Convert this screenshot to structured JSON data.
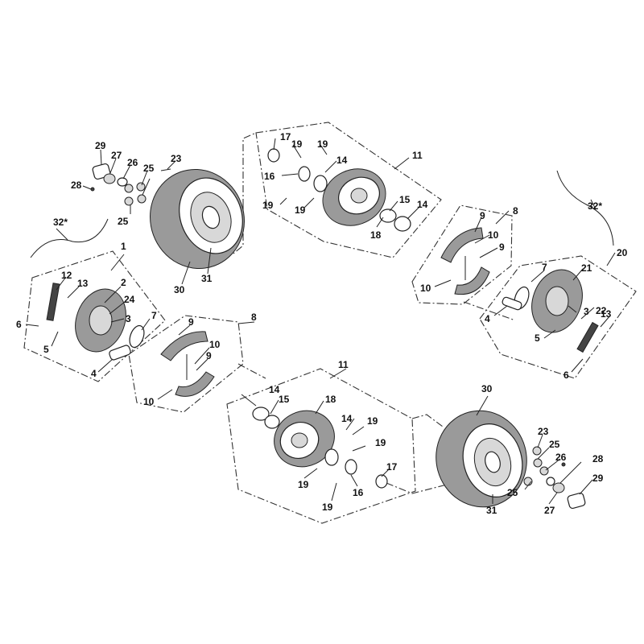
{
  "callouts": {
    "c1": "1",
    "c2": "2",
    "c3a": "3",
    "c3b": "3",
    "c4a": "4",
    "c4b": "4",
    "c5a": "5",
    "c5b": "5",
    "c6a": "6",
    "c6b": "6",
    "c7a": "7",
    "c7b": "7",
    "c8a": "8",
    "c8b": "8",
    "c9a": "9",
    "c9b": "9",
    "c9c": "9",
    "c9d": "9",
    "c10a": "10",
    "c10b": "10",
    "c10c": "10",
    "c10d": "10",
    "c11a": "11",
    "c11b": "11",
    "c12": "12",
    "c13a": "13",
    "c13b": "13",
    "c14a": "14",
    "c14b": "14",
    "c14c": "14",
    "c14d": "14",
    "c15a": "15",
    "c15b": "15",
    "c16a": "16",
    "c16b": "16",
    "c17a": "17",
    "c17b": "17",
    "c18a": "18",
    "c18b": "18",
    "c19a": "19",
    "c19b": "19",
    "c19c": "19",
    "c19d": "19",
    "c19e": "19",
    "c19f": "19",
    "c19g": "19",
    "c19h": "19",
    "c20": "20",
    "c21": "21",
    "c22": "22",
    "c23a": "23",
    "c23b": "23",
    "c24": "24",
    "c25a": "25",
    "c25b": "25",
    "c25c": "25",
    "c25d": "25",
    "c26a": "26",
    "c26b": "26",
    "c27a": "27",
    "c27b": "27",
    "c28a": "28",
    "c28b": "28",
    "c29a": "29",
    "c29b": "29",
    "c30a": "30",
    "c30b": "30",
    "c31a": "31",
    "c31b": "31",
    "c32a": "32*",
    "c32b": "32*"
  }
}
